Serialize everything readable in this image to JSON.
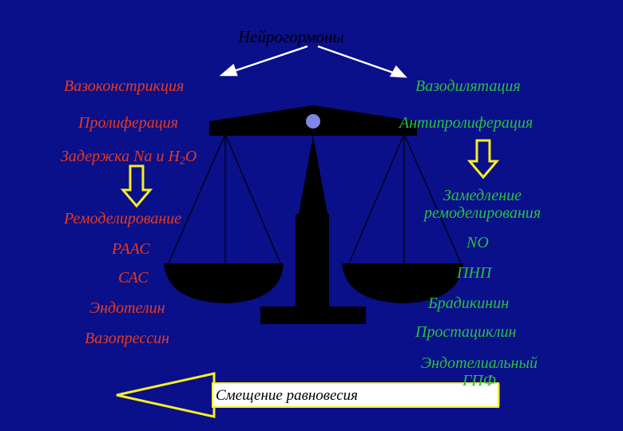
{
  "title": "Нейрогормоны",
  "left": {
    "header": "Вазоконстрикция",
    "proliferation": "Пролиферация",
    "retention_prefix": "Задержка Na и H",
    "retention_sub": "2",
    "retention_suffix": "O",
    "remodeling": "Ремоделирование",
    "items": [
      "РААС",
      "САС",
      "Эндотелин",
      "Вазопрессин"
    ]
  },
  "right": {
    "header": "Вазодилятация",
    "antiproliferation": "Антипролиферация",
    "slowing_line1": "Замедление",
    "slowing_line2": "ремоделирования",
    "items": [
      "NO",
      "ПНП",
      "Брадикинин",
      "Простациклин"
    ],
    "factor_line1": "Эндотелиальный",
    "factor_line2": "ГПФ"
  },
  "shift_label": "Смещение равновесия",
  "colors": {
    "background": "#0a0f8a",
    "left_text": "#e83a1e",
    "right_text": "#27c23e",
    "outline": "#ffffff",
    "arrow_fill": "#f4ef26"
  }
}
